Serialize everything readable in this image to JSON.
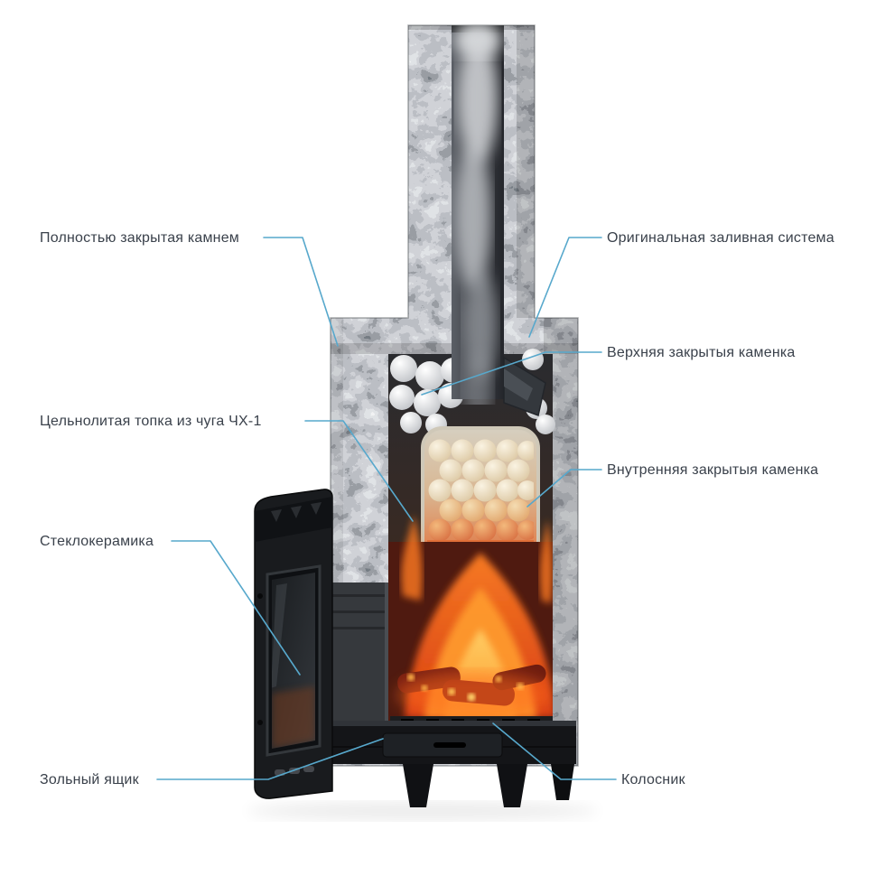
{
  "diagram": {
    "labels": [
      {
        "id": "fully-covered",
        "text": "Полностью закрытая камнем"
      },
      {
        "id": "pouring-system",
        "text": "Оригинальная заливная система"
      },
      {
        "id": "upper-kamenka",
        "text": "Верхняя закрытыя каменка"
      },
      {
        "id": "cast-firebox",
        "text": "Цельнолитая топка из чуга ЧХ-1"
      },
      {
        "id": "inner-kamenka",
        "text": "Внутренняя закрытыя каменка"
      },
      {
        "id": "glass-ceramic",
        "text": "Стеклокерамика"
      },
      {
        "id": "ash-box",
        "text": "Зольный ящик"
      },
      {
        "id": "grate",
        "text": "Колосник"
      }
    ],
    "colors": {
      "background": "#ffffff",
      "leader_line": "#57a8cc",
      "label_text": "#3a414b",
      "stone_base": "#9aa0a6",
      "flame_core": "#ffd166",
      "flame_outer": "#e04114"
    }
  }
}
